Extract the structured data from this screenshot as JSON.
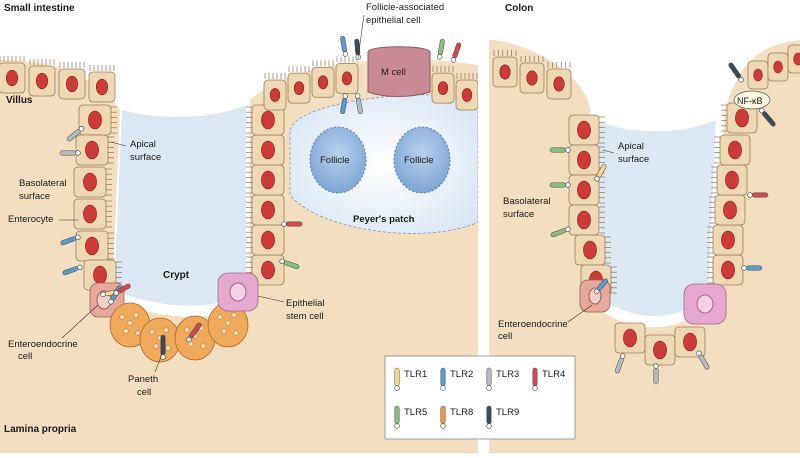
{
  "panels": {
    "small_intestine": "Small intestine",
    "colon": "Colon"
  },
  "labels": {
    "villus": "Villus",
    "lamina_propria": "Lamina propria",
    "apical_surface_l1": "Apical",
    "apical_surface_l2": "surface",
    "basolateral_l1": "Basolateral",
    "basolateral_l2": "surface",
    "enterocyte": "Enterocyte",
    "crypt": "Crypt",
    "enteroendocrine_l1": "Enteroendocrine",
    "enteroendocrine_l2": "cell",
    "paneth_l1": "Paneth",
    "paneth_l2": "cell",
    "stem_l1": "Epithelial",
    "stem_l2": "stem cell",
    "fae_l1": "Follicle-associated",
    "fae_l2": "epithelial cell",
    "m_cell": "M cell",
    "follicle": "Follicle",
    "peyers_patch": "Peyer's patch",
    "colon_apical_l1": "Apical",
    "colon_apical_l2": "surface",
    "colon_basolateral_l1": "Basolateral",
    "colon_basolateral_l2": "surface",
    "colon_enteroendocrine_l1": "Enteroendocrine",
    "colon_enteroendocrine_l2": "cell",
    "nfkb": "NF-κB"
  },
  "legend": [
    {
      "label": "TLR1",
      "color": "#f3d98a"
    },
    {
      "label": "TLR2",
      "color": "#5b9bd0"
    },
    {
      "label": "TLR3",
      "color": "#b8bcc2"
    },
    {
      "label": "TLR4",
      "color": "#cf4a4a"
    },
    {
      "label": "TLR5",
      "color": "#86c07f"
    },
    {
      "label": "TLR8",
      "color": "#ee9a45"
    },
    {
      "label": "TLR9",
      "color": "#3d4a56"
    }
  ],
  "colors": {
    "tissue": "#f3dfc0",
    "lumen": "#dfe8f5",
    "cell_fill": "#efd8b4",
    "cell_stroke": "#9b7f5a",
    "nucleus": "#cc3a3a",
    "paneth": "#f0a95a",
    "stem": "#e7a8cf",
    "m_cell": "#c98a96",
    "follicle": "#8fb3dc"
  }
}
